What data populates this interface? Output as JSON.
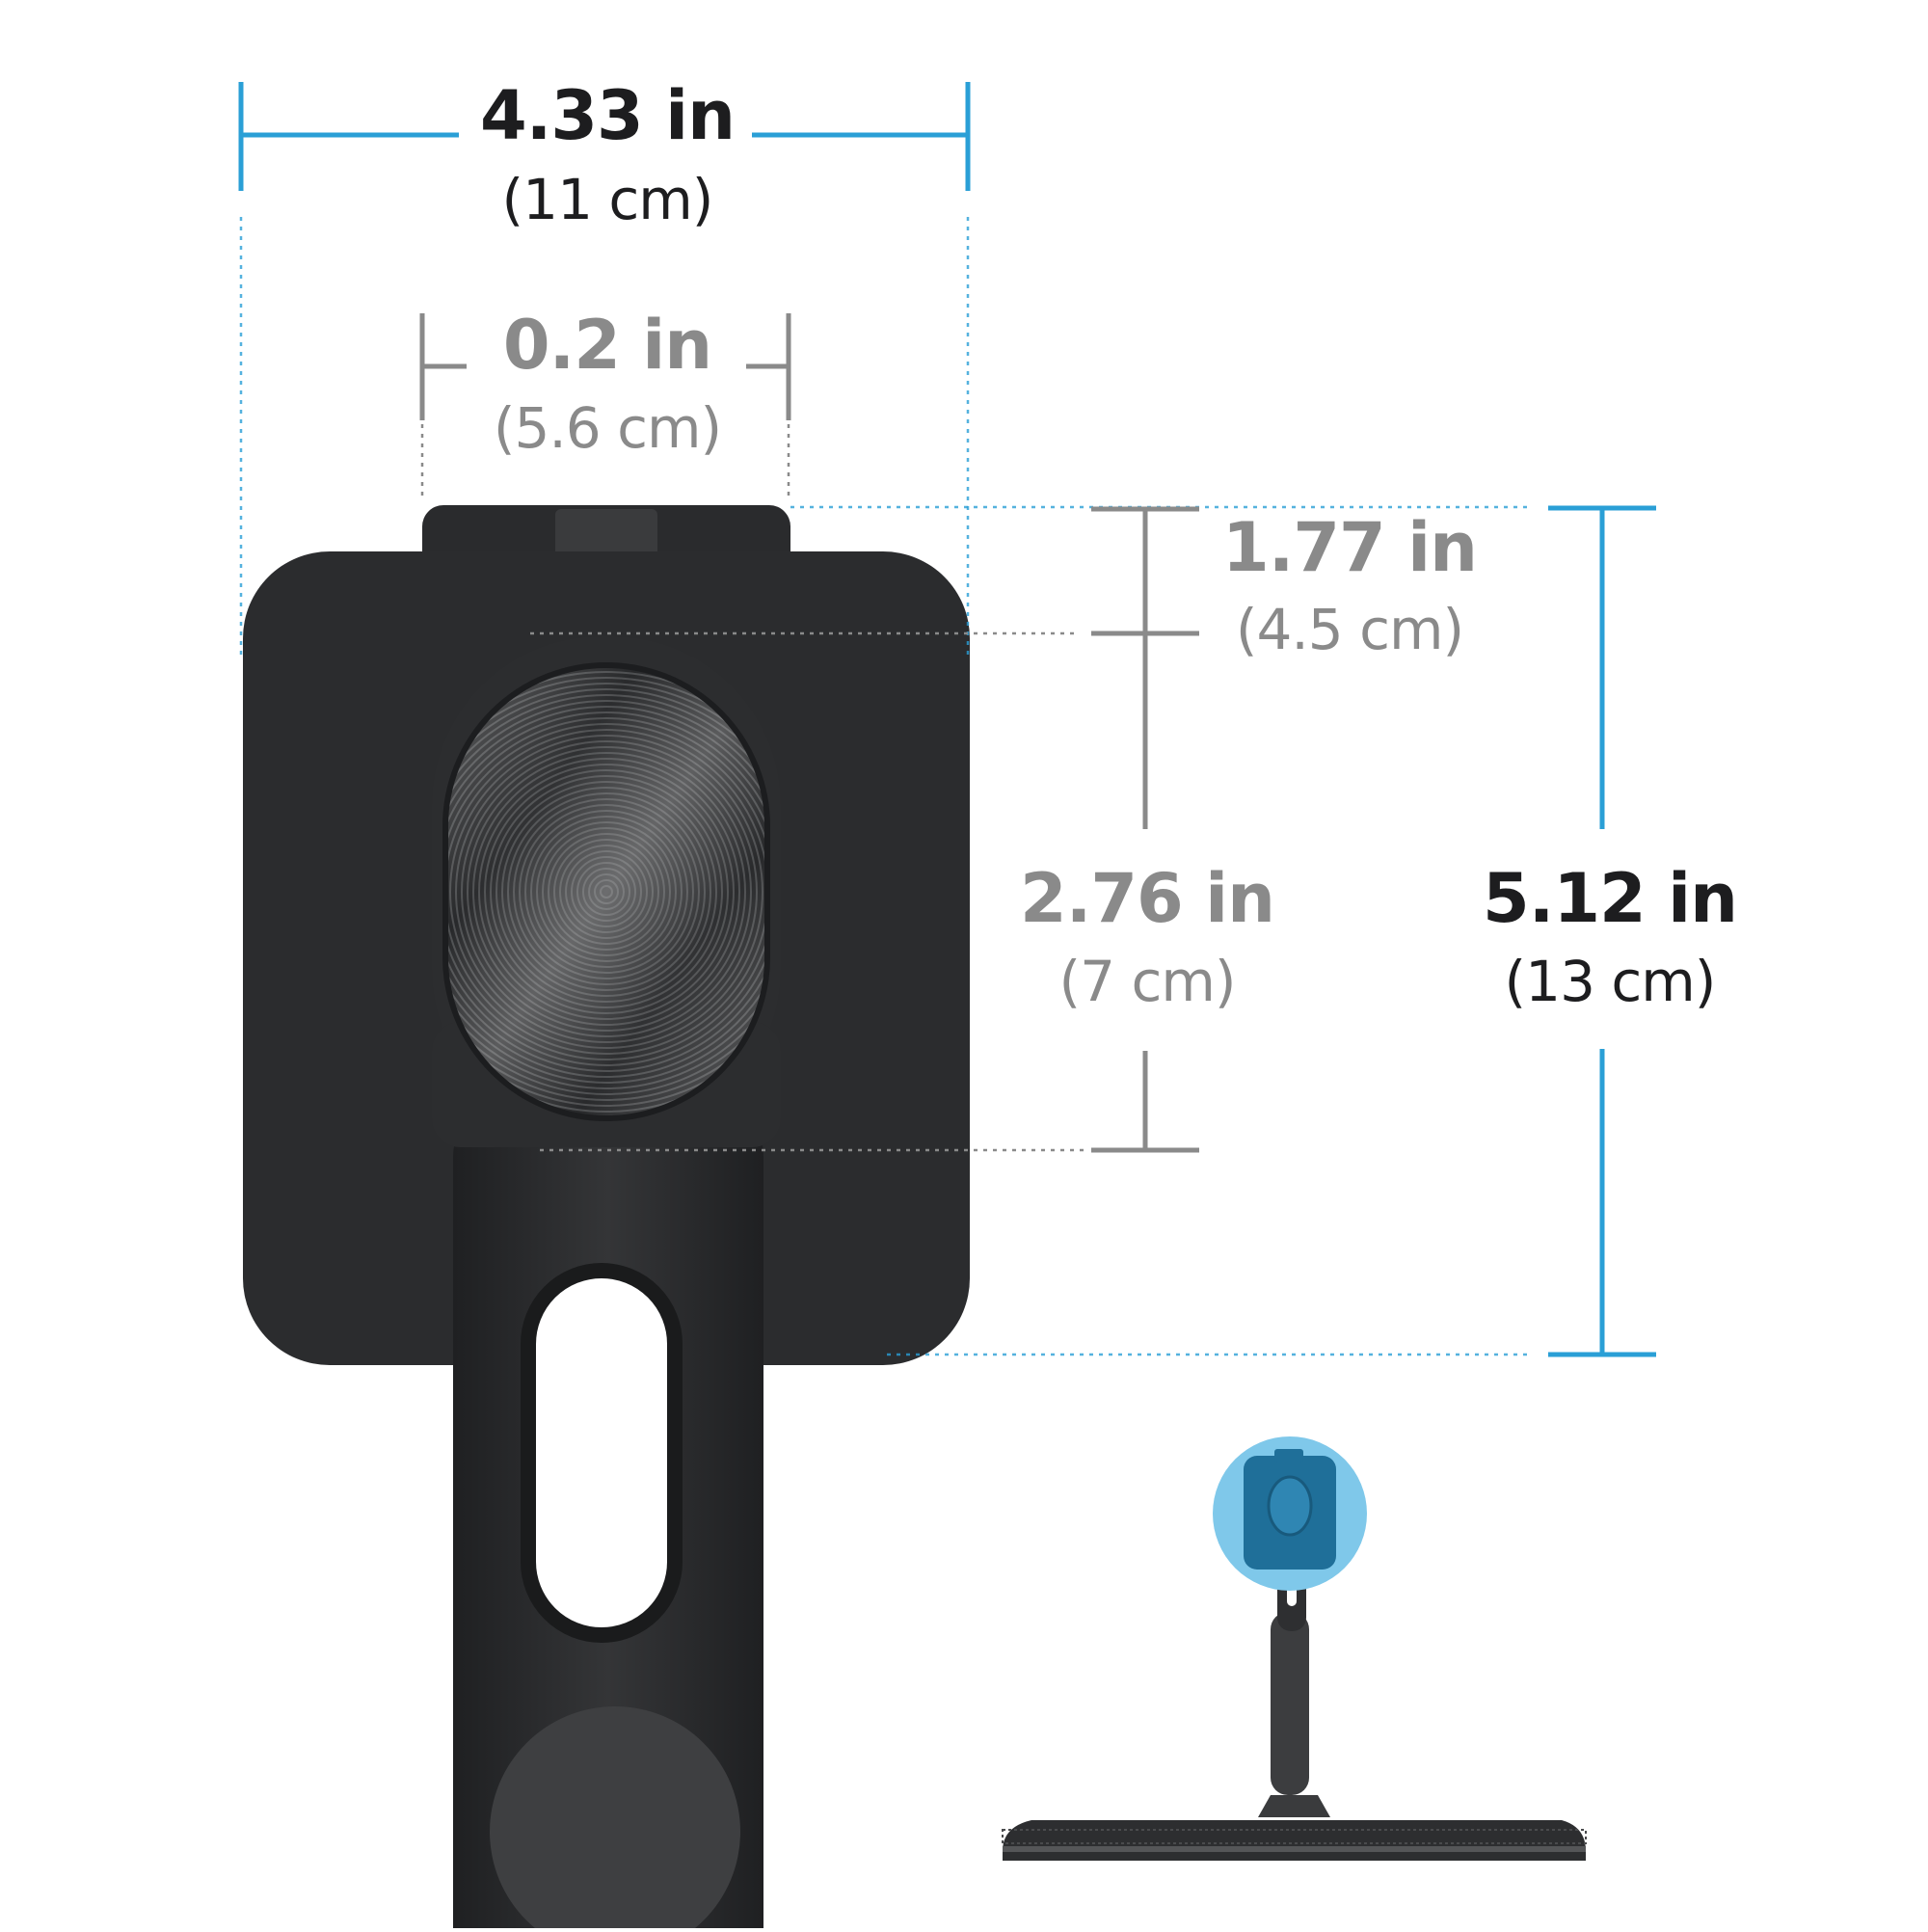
{
  "dimensions": {
    "overall_width": {
      "value": "4.33 in",
      "metric": "(11 cm)"
    },
    "mount_width": {
      "value": "0.2 in",
      "metric": "(5.6 cm)"
    },
    "top_offset": {
      "value": "1.77 in",
      "metric": "(4.5 cm)"
    },
    "pad_height": {
      "value": "2.76 in",
      "metric": "(7 cm)"
    },
    "overall_height": {
      "value": "5.12 in",
      "metric": "(13 cm)"
    }
  },
  "colors": {
    "accent": "#2a9fd6",
    "guide_grey": "#8a8a8a",
    "product": "#2b2c2e",
    "highlight": "#7fc8ea"
  }
}
